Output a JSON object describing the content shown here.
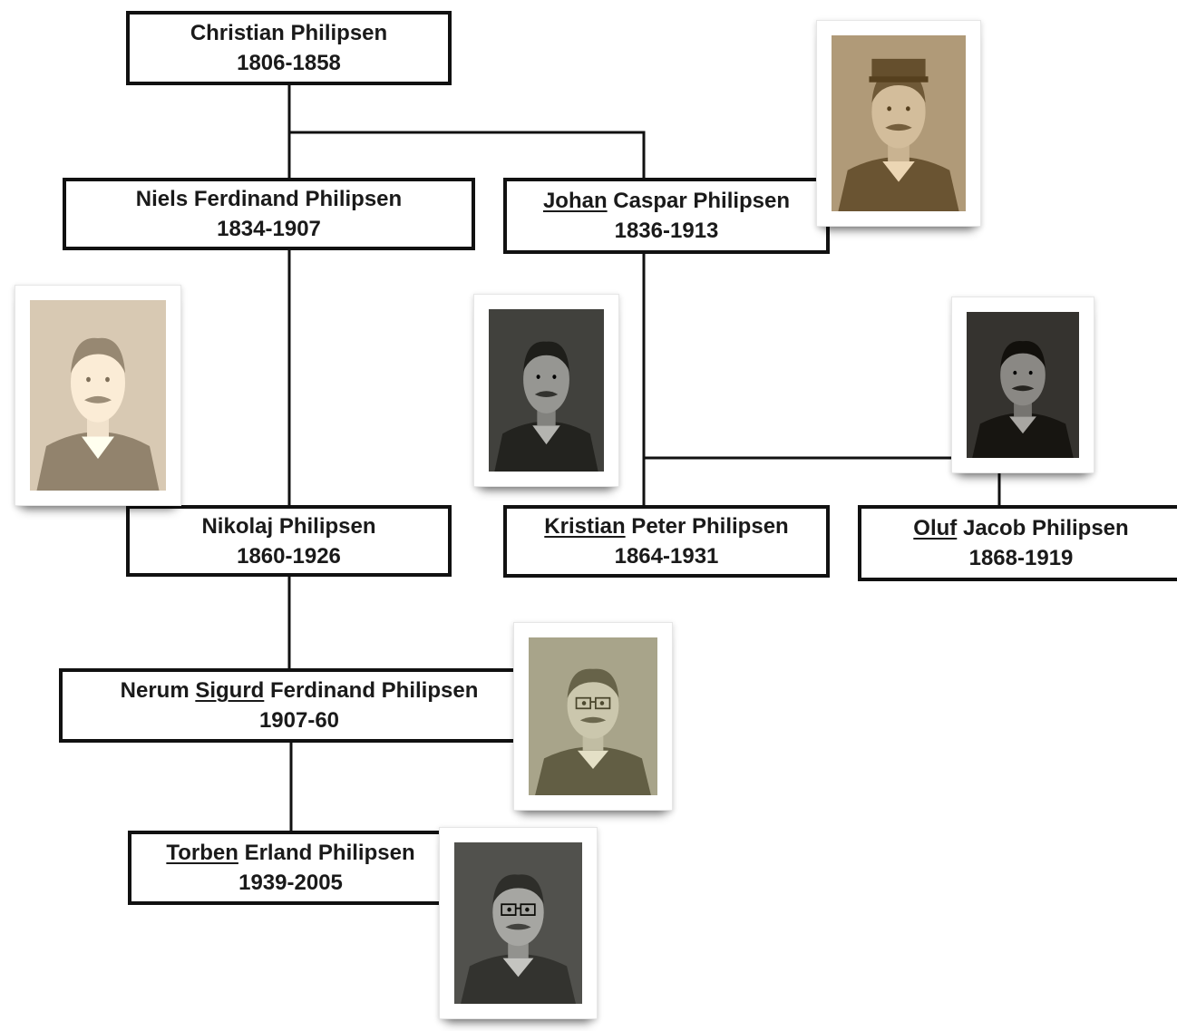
{
  "people": [
    {
      "id": "christian",
      "name_parts": [
        {
          "text": "Christian Philipsen",
          "underline": false
        }
      ],
      "years": "1806-1858"
    },
    {
      "id": "niels",
      "name_parts": [
        {
          "text": "Niels Ferdinand Philipsen",
          "underline": false
        }
      ],
      "years": "1834-1907"
    },
    {
      "id": "johan",
      "name_parts": [
        {
          "text": "Johan",
          "underline": true
        },
        {
          "text": " Caspar Philipsen",
          "underline": false
        }
      ],
      "years": "1836-1913"
    },
    {
      "id": "nikolaj",
      "name_parts": [
        {
          "text": "Nikolaj Philipsen",
          "underline": false
        }
      ],
      "years": "1860-1926"
    },
    {
      "id": "kristian",
      "name_parts": [
        {
          "text": "Kristian",
          "underline": true
        },
        {
          "text": " Peter Philipsen",
          "underline": false
        }
      ],
      "years": "1864-1931"
    },
    {
      "id": "oluf",
      "name_parts": [
        {
          "text": "Oluf",
          "underline": true
        },
        {
          "text": " Jacob Philipsen",
          "underline": false
        }
      ],
      "years": "1868-1919"
    },
    {
      "id": "sigurd",
      "name_parts": [
        {
          "text": "Nerum ",
          "underline": false
        },
        {
          "text": "Sigurd",
          "underline": true
        },
        {
          "text": " Ferdinand Philipsen",
          "underline": false
        }
      ],
      "years": "1907-60"
    },
    {
      "id": "torben",
      "name_parts": [
        {
          "text": "Torben",
          "underline": true
        },
        {
          "text": " Erland Philipsen",
          "underline": false
        }
      ],
      "years": "1939-2005"
    }
  ],
  "photos": [
    {
      "id": "photo-johan",
      "icon": "portrait-sepia-cap",
      "tone": "#b09a78"
    },
    {
      "id": "photo-nikolaj",
      "icon": "portrait-sepia",
      "tone": "#d8c9b3"
    },
    {
      "id": "photo-kristian",
      "icon": "portrait-bw",
      "tone": "#5a5a56"
    },
    {
      "id": "photo-oluf",
      "icon": "portrait-bw",
      "tone": "#4e4c48"
    },
    {
      "id": "photo-sigurd",
      "icon": "portrait-sepia-glasses",
      "tone": "#a8a48a"
    },
    {
      "id": "photo-torben",
      "icon": "portrait-bw-glasses",
      "tone": "#6a6a66"
    }
  ],
  "colors": {
    "line": "#111111",
    "text": "#1a1a1a",
    "background": "#ffffff"
  }
}
